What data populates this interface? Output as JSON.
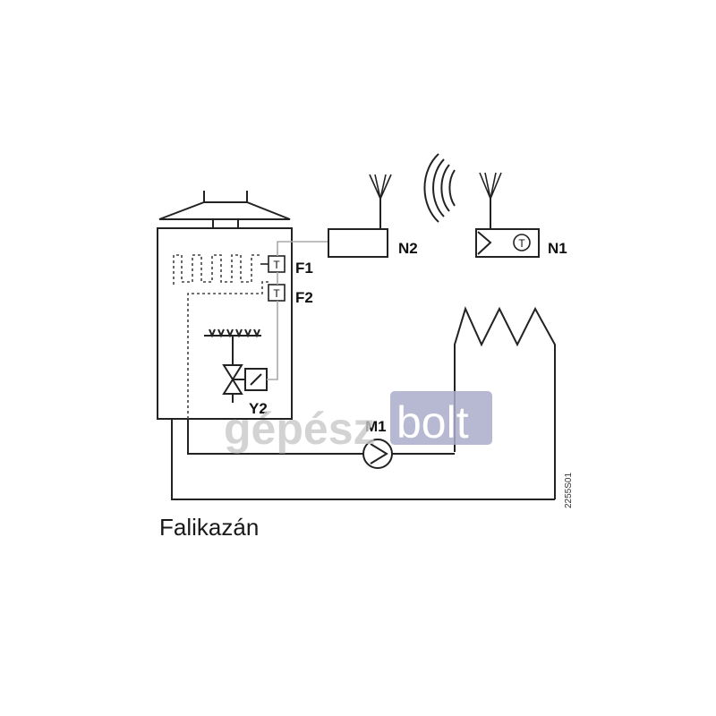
{
  "labels": {
    "n2": "N2",
    "n1": "N1",
    "f1": "F1",
    "f2": "F2",
    "y2": "Y2",
    "m1": "M1",
    "sensor_t": "T",
    "thermostat_t": "T"
  },
  "caption": "Falikazán",
  "figure_code": "2255S01",
  "watermark": {
    "left": "gépész",
    "right": "bolt"
  },
  "colors": {
    "line": "#222222",
    "signal_line": "#aaaaaa",
    "watermark_box": "#a9adc9"
  }
}
